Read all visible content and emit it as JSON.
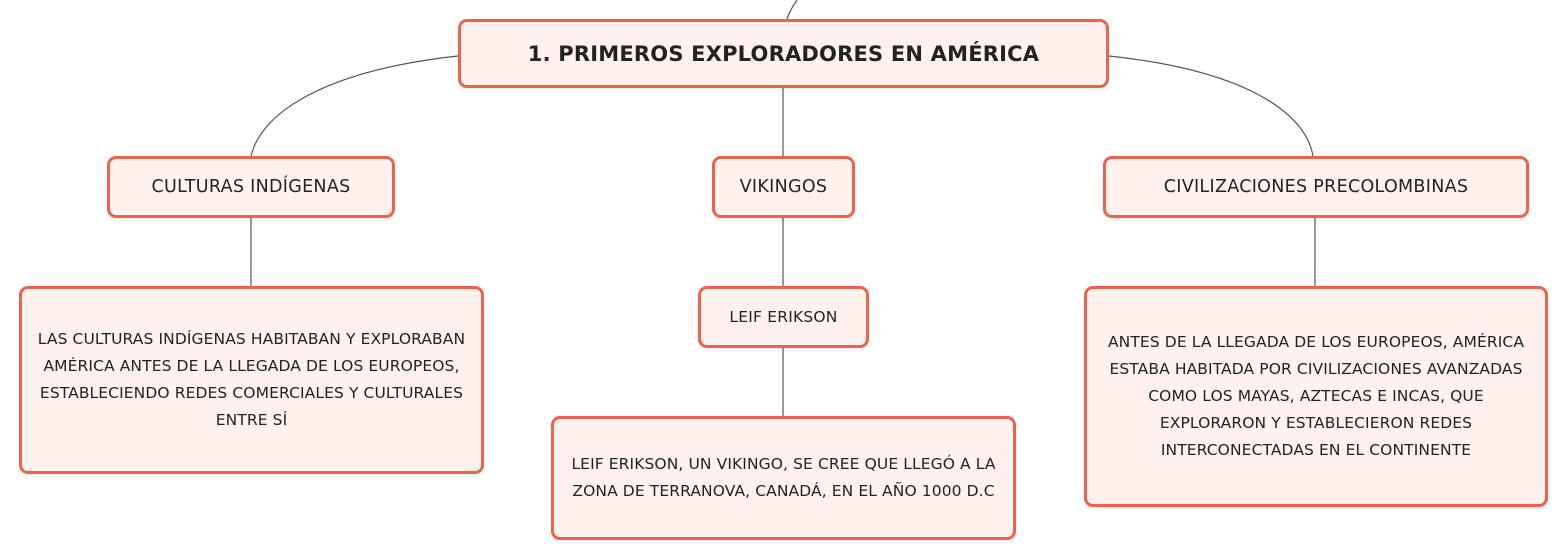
{
  "diagram": {
    "root": {
      "label": "1. PRIMEROS EXPLORADORES EN AMÉRICA"
    },
    "branches": [
      {
        "label": "CULTURAS INDÍGENAS",
        "description": "LAS CULTURAS INDÍGENAS HABITABAN Y EXPLORABAN AMÉRICA ANTES DE LA LLEGADA DE LOS EUROPEOS, ESTABLECIENDO REDES COMERCIALES Y CULTURALES ENTRE SÍ"
      },
      {
        "label": "VIKINGOS",
        "child": {
          "label": "LEIF ERIKSON",
          "description": "LEIF ERIKSON, UN VIKINGO, SE CREE QUE LLEGÓ A LA ZONA DE TERRANOVA, CANADÁ, EN EL AÑO 1000 D.C"
        }
      },
      {
        "label": "CIVILIZACIONES PRECOLOMBINAS",
        "description": "ANTES DE LA LLEGADA DE LOS EUROPEOS, AMÉRICA ESTABA HABITADA POR CIVILIZACIONES AVANZADAS COMO LOS MAYAS, AZTECAS E INCAS, QUE EXPLORARON Y ESTABLECIERON REDES INTERCONECTADAS EN EL CONTINENTE"
      }
    ],
    "colors": {
      "node_border": "#e8644e",
      "node_fill": "#fff2ee",
      "connector": "#555555",
      "text": "#222222"
    }
  }
}
